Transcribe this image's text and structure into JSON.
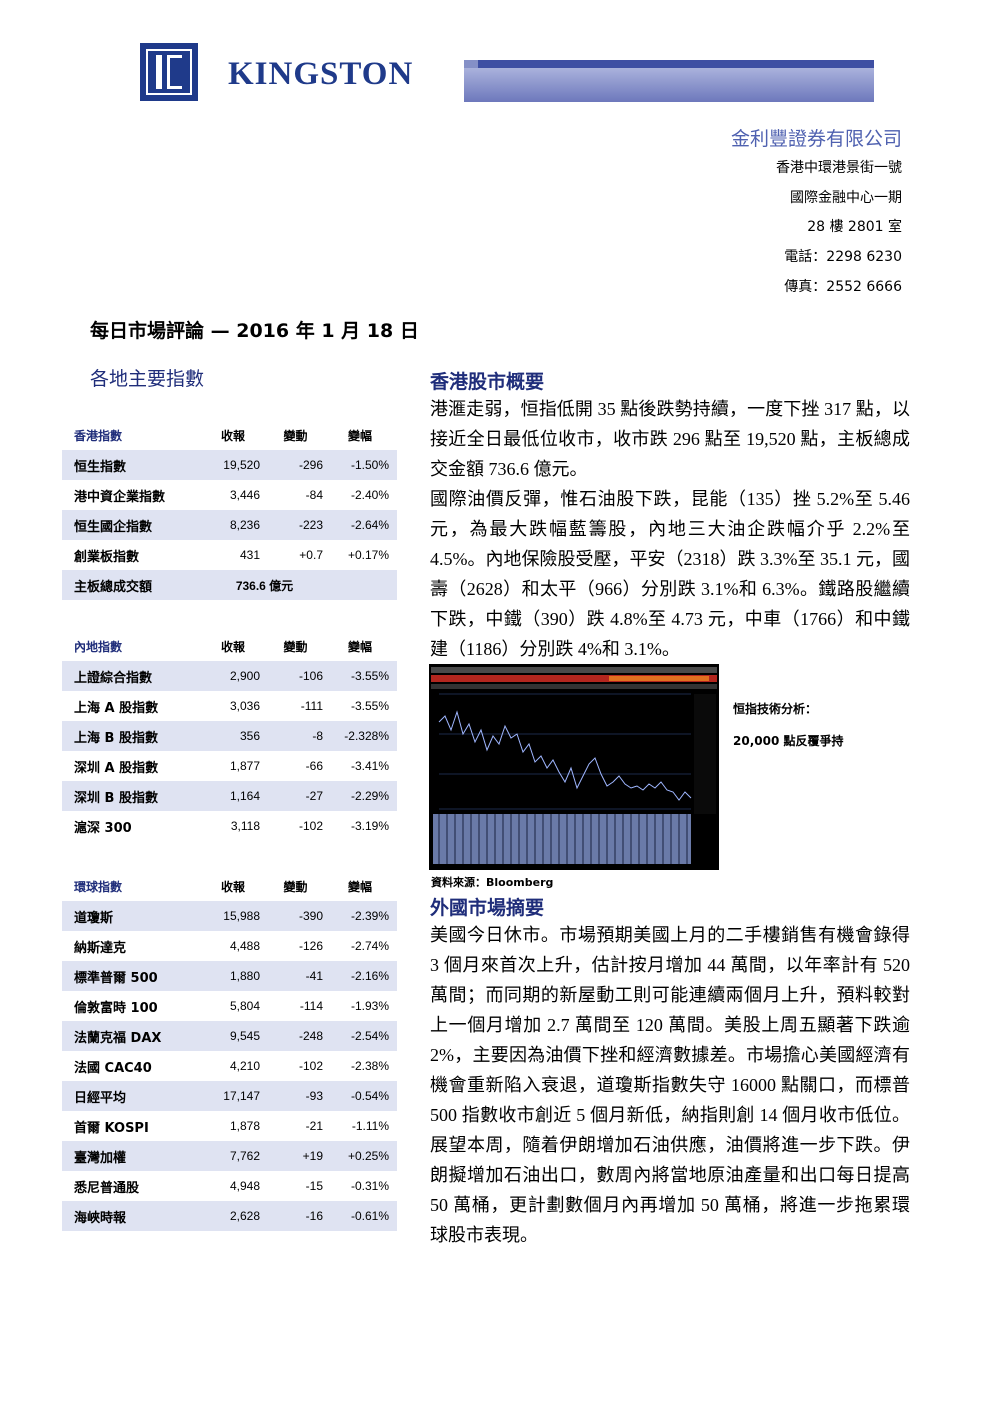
{
  "brand": {
    "name": "KINGSTON",
    "colors": {
      "primary": "#1f3a8a",
      "band": "#8590c7",
      "title": "#1f2d7a",
      "row_shade": "#dfe3f2"
    }
  },
  "company": {
    "name": "金利豐證券有限公司",
    "address_line1": "香港中環港景街一號",
    "address_line2": "國際金融中心一期",
    "address_line3": "28 樓 2801 室",
    "phone": "電話：2298 6230",
    "fax": "傳真：2552 6666"
  },
  "report_title": "每日市場評論 — 2016 年 1 月 18 日",
  "indices_title": "各地主要指數",
  "columns": {
    "close": "收報",
    "change": "變動",
    "pct": "變幅"
  },
  "hk_table": {
    "header": "香港指數",
    "rows": [
      {
        "name": "恒生指數",
        "close": "19,520",
        "change": "-296",
        "pct": "-1.50%"
      },
      {
        "name": "港中資企業指數",
        "close": "3,446",
        "change": "-84",
        "pct": "-2.40%"
      },
      {
        "name": "恒生國企指數",
        "close": "8,236",
        "change": "-223",
        "pct": "-2.64%"
      },
      {
        "name": "創業板指數",
        "close": "431",
        "change": "+0.7",
        "pct": "+0.17%"
      }
    ],
    "turnover_label": "主板總成交額",
    "turnover_value": "736.6 億元"
  },
  "cn_table": {
    "header": "內地指數",
    "rows": [
      {
        "name": "上證綜合指數",
        "close": "2,900",
        "change": "-106",
        "pct": "-3.55%"
      },
      {
        "name": "上海 A 股指數",
        "close": "3,036",
        "change": "-111",
        "pct": "-3.55%"
      },
      {
        "name": "上海 B 股指數",
        "close": "356",
        "change": "-8",
        "pct": "-2.328%"
      },
      {
        "name": "深圳 A 股指數",
        "close": "1,877",
        "change": "-66",
        "pct": "-3.41%"
      },
      {
        "name": "深圳 B 股指數",
        "close": "1,164",
        "change": "-27",
        "pct": "-2.29%"
      },
      {
        "name": "滬深 300",
        "close": "3,118",
        "change": "-102",
        "pct": "-3.19%"
      }
    ]
  },
  "global_table": {
    "header": "環球指數",
    "rows": [
      {
        "name": "道瓊斯",
        "close": "15,988",
        "change": "-390",
        "pct": "-2.39%"
      },
      {
        "name": "納斯達克",
        "close": "4,488",
        "change": "-126",
        "pct": "-2.74%"
      },
      {
        "name": "標準普爾 500",
        "close": "1,880",
        "change": "-41",
        "pct": "-2.16%"
      },
      {
        "name": "倫敦富時 100",
        "close": "5,804",
        "change": "-114",
        "pct": "-1.93%"
      },
      {
        "name": "法蘭克福 DAX",
        "close": "9,545",
        "change": "-248",
        "pct": "-2.54%"
      },
      {
        "name": "法國 CAC40",
        "close": "4,210",
        "change": "-102",
        "pct": "-2.38%"
      },
      {
        "name": "日經平均",
        "close": "17,147",
        "change": "-93",
        "pct": "-0.54%"
      },
      {
        "name": "首爾 KOSPI",
        "close": "1,878",
        "change": "-21",
        "pct": "-1.11%"
      },
      {
        "name": "臺灣加權",
        "close": "7,762",
        "change": "+19",
        "pct": "+0.25%"
      },
      {
        "name": "悉尼普通股",
        "close": "4,948",
        "change": "-15",
        "pct": "-0.31%"
      },
      {
        "name": "海峽時報",
        "close": "2,628",
        "change": "-16",
        "pct": "-0.61%"
      }
    ]
  },
  "hk_section": {
    "title": "香港股市概要",
    "para1": "港滙走弱，恒指低開 35 點後跌勢持續，一度下挫 317 點，以接近全日最低位收市，收市跌 296 點至 19,520 點，主板總成交金額 736.6 億元。",
    "para2": "國際油價反彈，惟石油股下跌，昆能（135）挫 5.2%至 5.46 元，為最大跌幅藍籌股，內地三大油企跌幅介乎 2.2%至 4.5%。內地保險股受壓，平安（2318）跌 3.3%至 35.1 元，國壽（2628）和太平（966）分別跌 3.1%和 6.3%。鐵路股繼續下跌，中鐵（390）跌 4.8%至 4.73 元，中車（1766）和中鐵建（1186）分別跌 4%和 3.1%。"
  },
  "chart": {
    "source": "資料來源：Bloomberg",
    "tech_label": "恒指技術分析：",
    "tech_note": "20,000 點反覆爭持"
  },
  "foreign_section": {
    "title": "外國市場摘要",
    "para": "美國今日休市。市場預期美國上月的二手樓銷售有機會錄得 3 個月來首次上升，估計按月增加 44 萬間，以年率計有 520 萬間；而同期的新屋動工則可能連續兩個月上升，預料較對上一個月增加 2.7 萬間至 120 萬間。美股上周五顯著下跌逾 2%，主要因為油價下挫和經濟數據差。市場擔心美國經濟有機會重新陷入衰退，道瓊斯指數失守 16000 點關口，而標普 500 指數收市創近 5 個月新低，納指則創 14 個月收市低位。展望本周，隨着伊朗增加石油供應，油價將進一步下跌。伊朗擬增加石油出口，數周內將當地原油產量和出口每日提高 50 萬桶，更計劃數個月內再增加 50 萬桶，將進一步拖累環球股市表現。"
  }
}
